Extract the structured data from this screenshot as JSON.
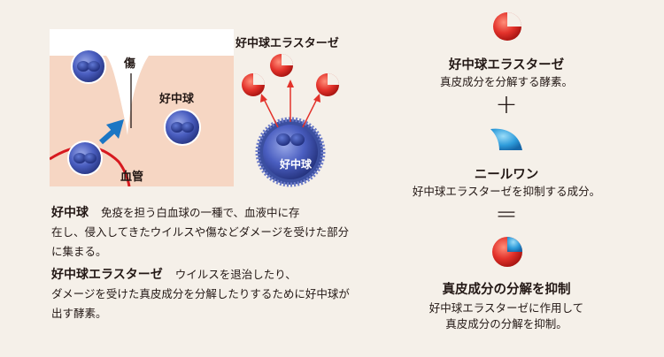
{
  "illustration": {
    "wound_label": "傷",
    "neutrophil_label": "好中球",
    "vessel_label": "血管"
  },
  "enzyme_panel": {
    "title": "好中球エラスターゼ",
    "neutrophil_label": "好中球"
  },
  "descriptions": [
    {
      "term": "好中球",
      "text_line1": "免疫を担う白血球の一種で、血液中に存",
      "text_rest": "在し、侵入してきたウイルスや傷などダメージを受けた部分に集まる。"
    },
    {
      "term": "好中球エラスターゼ",
      "text_line1": "ウイルスを退治したり、",
      "text_rest": "ダメージを受けた真皮成分を分解したりするために好中球が出す酵素。"
    }
  ],
  "equation": {
    "item1": {
      "title": "好中球エラスターゼ",
      "sub": "真皮成分を分解する酵素。"
    },
    "plus": "+",
    "item2": {
      "title": "ニールワン",
      "sub": "好中球エラスターゼを抑制する成分。"
    },
    "equals": "=",
    "result": {
      "title": "真皮成分の分解を抑制",
      "sub_line1": "好中球エラスターゼに作用して",
      "sub_line2": "真皮成分の分解を抑制。"
    }
  },
  "colors": {
    "background": "#f5f0e9",
    "skin": "#f6d6c3",
    "enzyme_red": "#e3322b",
    "neutrophil_blue": "#3b4fa0",
    "inhibitor_blue": "#2e9cdb",
    "arrow_blue": "#1b76c4"
  }
}
